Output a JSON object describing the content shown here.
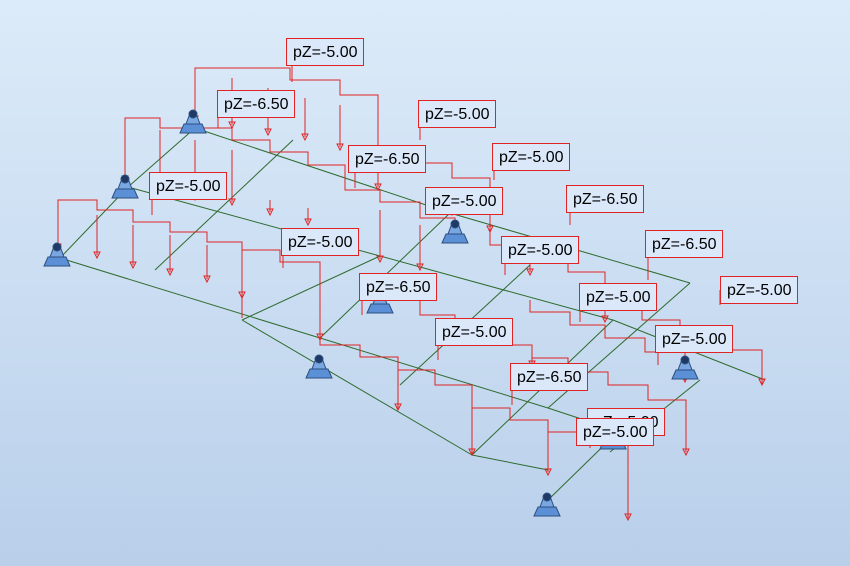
{
  "viewport": {
    "background_top": "#dcebf9",
    "background_bottom": "#b9cfea"
  },
  "colors": {
    "load": "#e02424",
    "beam": "#2e6b2e",
    "support_body": "#5b8fd6",
    "support_edge": "#2c4f80",
    "support_cap": "#1f3a66"
  },
  "labels": [
    {
      "text": "pZ=-5.00"
    },
    {
      "text": "pZ=-6.50"
    },
    {
      "text": "pZ=-5.00"
    },
    {
      "text": "pZ=-5.00"
    },
    {
      "text": "pZ=-6.50"
    },
    {
      "text": "pZ=-5.00"
    },
    {
      "text": "pZ=-6.50"
    },
    {
      "text": "pZ=-5.00"
    },
    {
      "text": "pZ=-5.00"
    },
    {
      "text": "pZ=-6.50"
    },
    {
      "text": "pZ=-5.00"
    },
    {
      "text": "pZ=-5.00"
    },
    {
      "text": "pZ=-5.00"
    },
    {
      "text": "pZ=-6.50"
    },
    {
      "text": "pZ=-5.00"
    },
    {
      "text": "pZ=-5.00"
    },
    {
      "text": "pZ=-6.50"
    },
    {
      "text": "pZ=-5.00"
    },
    {
      "text": "pZ=-5.00"
    }
  ],
  "supports": [
    {
      "icon": "pinned-support-icon"
    },
    {
      "icon": "pinned-support-icon"
    },
    {
      "icon": "pinned-support-icon"
    },
    {
      "icon": "pinned-support-icon"
    },
    {
      "icon": "pinned-support-icon"
    },
    {
      "icon": "pinned-support-icon"
    },
    {
      "icon": "pinned-support-icon"
    },
    {
      "icon": "pinned-support-icon"
    },
    {
      "icon": "pinned-support-icon"
    }
  ]
}
